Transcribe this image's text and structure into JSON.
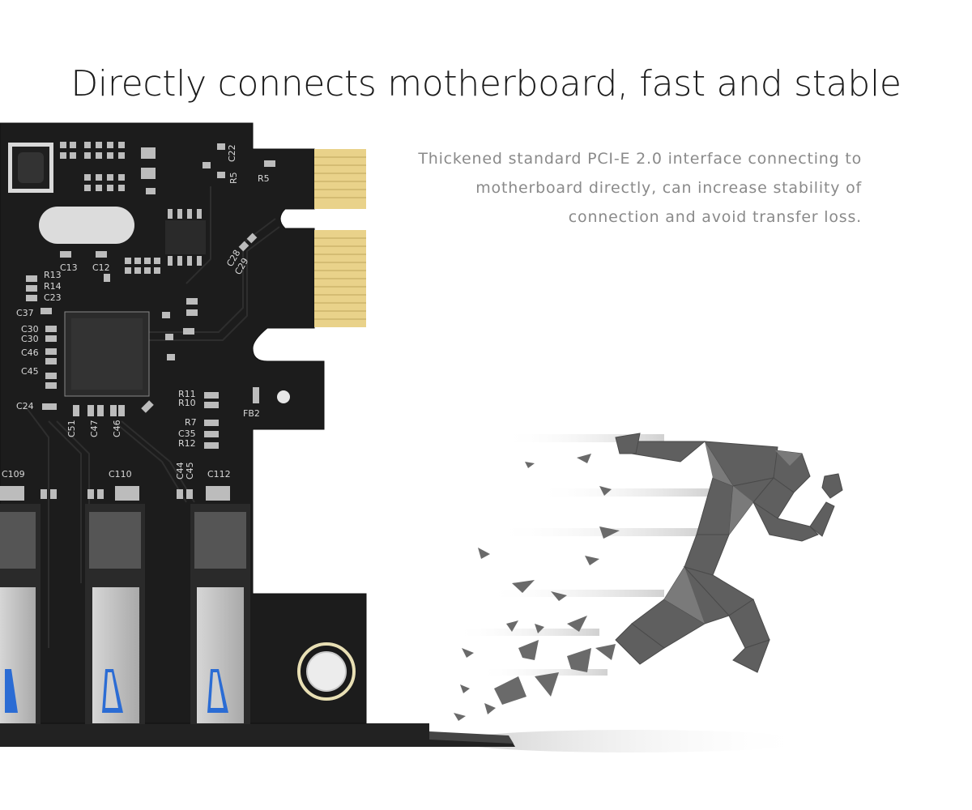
{
  "headline": "Directly connects motherboard, fast and stable",
  "description": [
    "Thickened standard PCI-E 2.0 interface connecting to",
    "motherboard directly, can increase stability of",
    "connection and avoid transfer loss."
  ],
  "board_labels": [
    "C22",
    "R5",
    "R5",
    "C13",
    "C12",
    "R13",
    "R14",
    "C23",
    "C37",
    "C28",
    "C29",
    "C30",
    "C30",
    "C46",
    "C45",
    "C24",
    "R11",
    "R10",
    "FB2",
    "R7",
    "C35",
    "R12",
    "C51",
    "C47",
    "C46",
    "C109",
    "C110",
    "C44",
    "C45",
    "C112"
  ],
  "colors": {
    "board": "#1c1c1c",
    "gold_contacts": "#e9d28a",
    "usb_port": "#bfbfbf",
    "usb_blue": "#2b6cd4",
    "runner": "#5a5a5a"
  },
  "icons": [
    "usb-port-icon",
    "running-man-icon"
  ]
}
